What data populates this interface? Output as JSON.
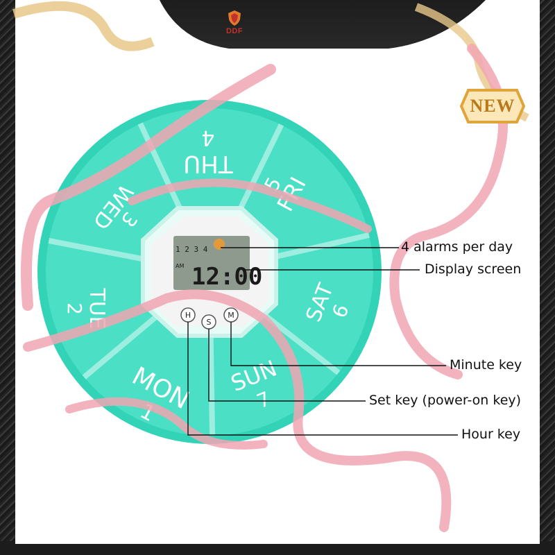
{
  "brand": {
    "name": "DDF",
    "logo_icon": "shield-crest-icon"
  },
  "badge": {
    "text": "NEW",
    "color": "#e0a43a"
  },
  "organizer": {
    "color": "#2fcfb6",
    "days": [
      {
        "name": "MON",
        "number": "1"
      },
      {
        "name": "TUE",
        "number": "2"
      },
      {
        "name": "WED",
        "number": "3"
      },
      {
        "name": "THU",
        "number": "4"
      },
      {
        "name": "FRI",
        "number": "5"
      },
      {
        "name": "SAT",
        "number": "6"
      },
      {
        "name": "SUN",
        "number": "7"
      }
    ]
  },
  "display": {
    "alarm_indices": "1 2 3 4",
    "am_label": "AM",
    "time": "12:00"
  },
  "keys": {
    "hour": "H",
    "set": "S",
    "minute": "M"
  },
  "callouts": {
    "alarms": "4 alarms per day",
    "display": "Display screen",
    "minute_key": "Minute key",
    "set_key": "Set key (power-on key)",
    "hour_key": "Hour key"
  },
  "colors": {
    "ribbon": "#f1a6b3",
    "gold_ribbon": "#e8c88a",
    "lcd": "#8f9a8f"
  }
}
